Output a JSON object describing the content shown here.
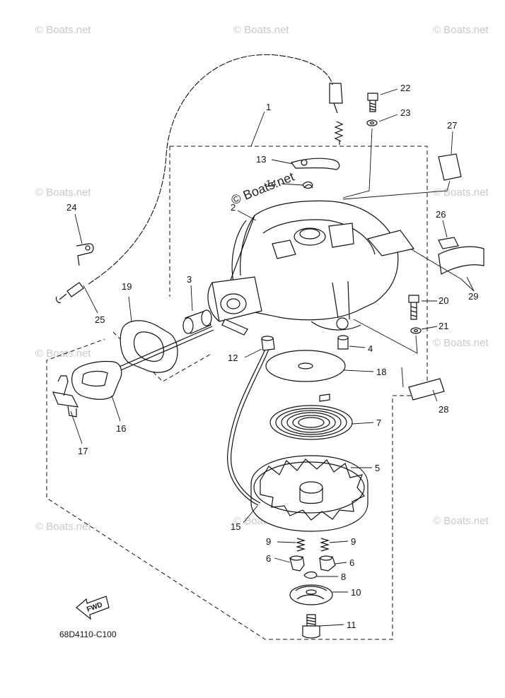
{
  "watermark": "© Boats.net",
  "diagram_code": "68D4110-C100",
  "fwd_label": "FWD",
  "callouts": {
    "p1": "1",
    "p2": "2",
    "p3": "3",
    "p4": "4",
    "p5": "5",
    "p6a": "6",
    "p6b": "6",
    "p7": "7",
    "p8": "8",
    "p9a": "9",
    "p9b": "9",
    "p10": "10",
    "p11": "11",
    "p12": "12",
    "p13": "13",
    "p14": "14",
    "p15": "15",
    "p16": "16",
    "p17": "17",
    "p18": "18",
    "p19": "19",
    "p20": "20",
    "p21": "21",
    "p22": "22",
    "p23": "23",
    "p24": "24",
    "p25": "25",
    "p26": "26",
    "p27": "27",
    "p28": "28",
    "p29": "29"
  }
}
